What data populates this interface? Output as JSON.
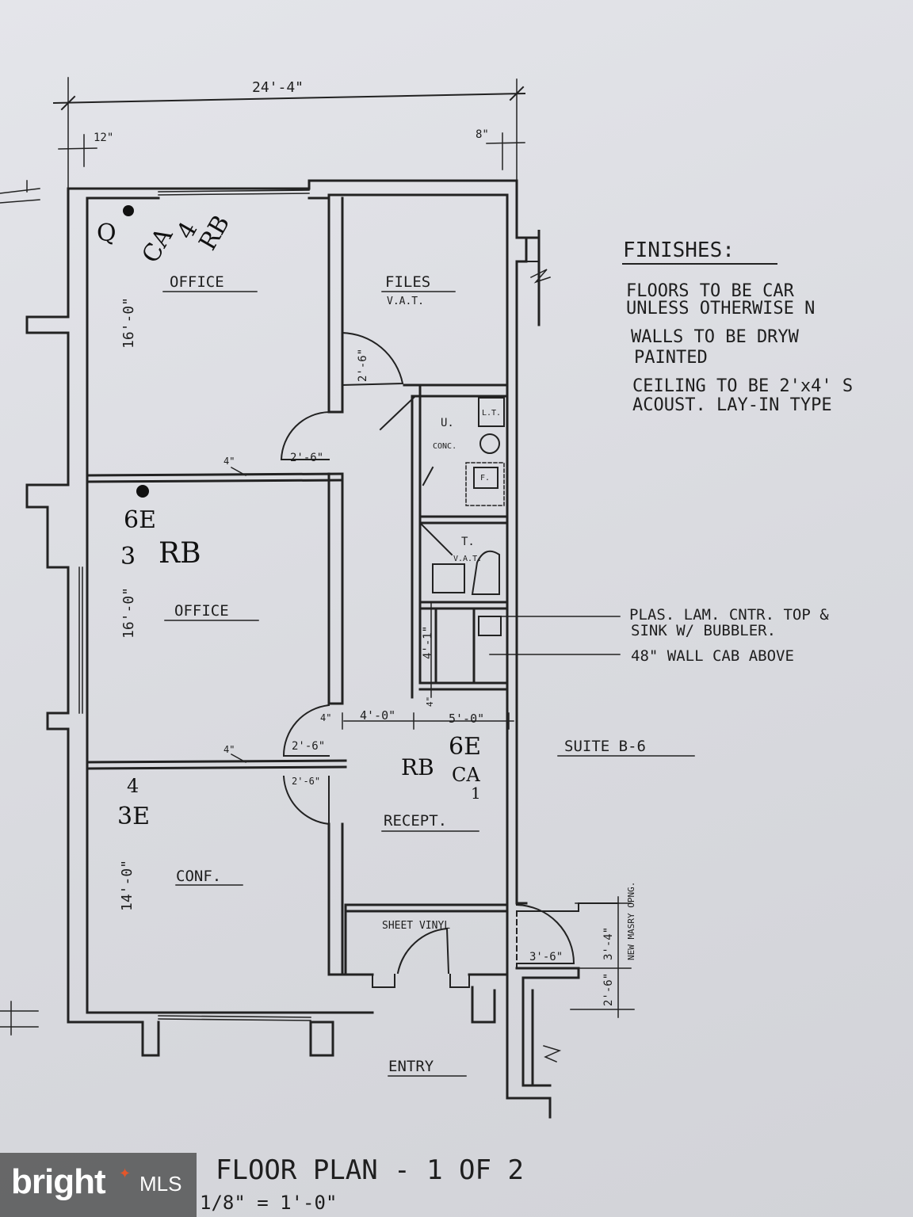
{
  "dimensions": {
    "overall_width": "24'-4\"",
    "left_offset": "12\"",
    "right_offset": "8\"",
    "office1_depth": "16'-0\"",
    "office2_depth": "16'-0\"",
    "conf_depth": "14'-0\"",
    "utility_width": "4'-1\"",
    "partition_a": "4\"",
    "partition_b": "4\"",
    "recept_left": "4'-0\"",
    "recept_right": "5'-0\"",
    "small_a": "4\"",
    "small_b": "4\"",
    "entry_right_upper": "3'-4\"",
    "entry_right_lower": "2'-6\"",
    "new_opening": "NEW MASRY OPNG."
  },
  "doors": {
    "files": "2'-6\"",
    "office1": "2'-6\"",
    "office2": "2'-6\"",
    "conf": "2'-6\"",
    "entry": "3'-6\""
  },
  "rooms": {
    "office1": "OFFICE",
    "office2": "OFFICE",
    "files": "FILES",
    "files_floor": "V.A.T.",
    "utility": "U.",
    "utility_floor": "CONC.",
    "utility_lt": "L.T.",
    "utility_f": "F.",
    "toilet": "T.",
    "toilet_floor": "V.A.T.",
    "conf": "CONF.",
    "recept": "RECEPT.",
    "vestibule": "SHEET VINYL",
    "entry": "ENTRY",
    "suite": "SUITE B-6"
  },
  "finishes": {
    "heading": "FINISHES:",
    "lines": [
      "FLOORS TO BE CAR",
      "UNLESS OTHERWISE N",
      "WALLS TO BE DRYW",
      "PAINTED",
      "CEILING TO BE 2'x4' S",
      "ACOUST. LAY-IN TYPE"
    ]
  },
  "callouts": {
    "counter_1": "PLAS. LAM. CNTR. TOP &",
    "counter_2": "SINK W/ BUBBLER.",
    "cabinet": "48\" WALL CAB ABOVE"
  },
  "handwritten": {
    "office1_a": "CA",
    "office1_b": "4",
    "office1_c": "RB",
    "office1_d": "Q",
    "office2_a": "6E",
    "office2_b": "3",
    "office2_c": "RB",
    "recept_a": "6E",
    "recept_b": "CA",
    "recept_c": "1",
    "recept_d": "RB",
    "conf_a": "4",
    "conf_b": "3E"
  },
  "title": {
    "main": "FLOOR PLAN - 1 OF 2",
    "scale": "1/8\" = 1'-0\""
  },
  "watermark": {
    "text": "bright",
    "suffix": "MLS",
    "accent_color": "#e4562a"
  }
}
